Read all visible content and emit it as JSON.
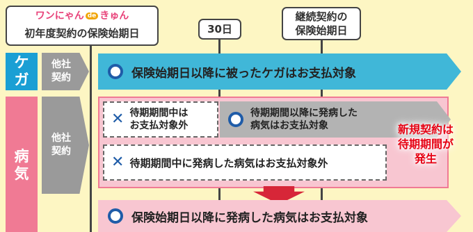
{
  "header": {
    "brand": {
      "part1": "ワンにゃん",
      "part2": "de",
      "part3": "きゅん"
    },
    "start_label": "初年度契約の保険始期日",
    "day30": "30日",
    "renewal_line1": "継続契約の",
    "renewal_line2": "保険始期日"
  },
  "injury": {
    "label_line1": "ケ",
    "label_line2": "ガ",
    "other_line1": "他社",
    "other_line2": "契約",
    "bar_text": "保険始期日以降に被ったケガはお支払対象"
  },
  "illness": {
    "label_line1": "病",
    "label_line2": "気",
    "other_line1": "他社",
    "other_line2": "契約",
    "waiting_short_line1": "待期期間中は",
    "waiting_short_line2": "お支払対象外",
    "after_waiting_line1": "待期期間以降に発病した",
    "after_waiting_line2": "病気はお支払対象",
    "waiting_long": "待期期間中に発病した病気はお支払対象外",
    "bottom_bar": "保険始期日以降に発病した病気はお支払対象"
  },
  "note": {
    "line1": "新規契約は",
    "line2": "待期期間が",
    "line3": "発生"
  },
  "colors": {
    "injury_blue": "#1a9fd4",
    "illness_pink": "#f07a94",
    "bar_blue": "#40b7d8",
    "bar_pink": "#f8c6d1",
    "accent_red": "#e60012",
    "dark_blue": "#1f5ca8"
  }
}
